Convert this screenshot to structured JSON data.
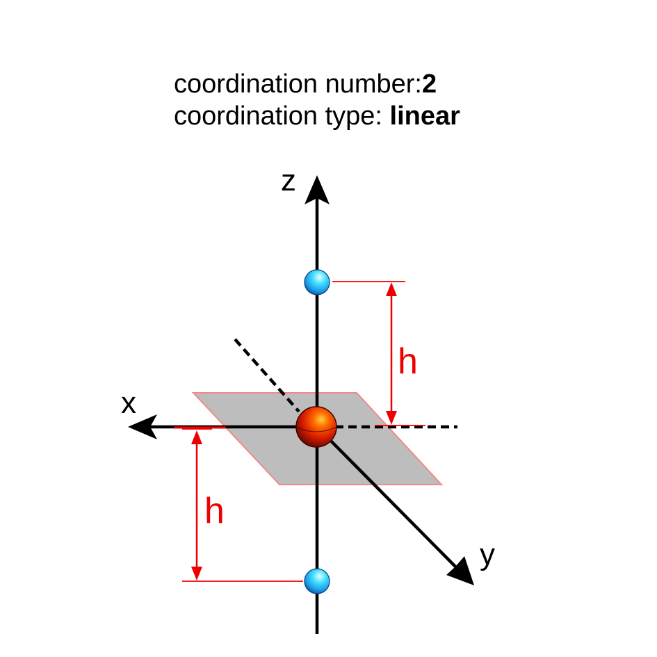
{
  "header": {
    "number_prefix": "coordination number:",
    "number_value": "2",
    "type_prefix": "coordination type: ",
    "type_value": "linear"
  },
  "axes": {
    "x_label": "x",
    "y_label": "y",
    "z_label": "z"
  },
  "distances": {
    "upper_label": "h",
    "lower_label": "h"
  },
  "colors": {
    "central_atom": "#d81c00",
    "ligand_atom": "#22aaf0",
    "dimension": "#ee0000",
    "plane": "#bdbdbd",
    "axis": "#000000"
  }
}
